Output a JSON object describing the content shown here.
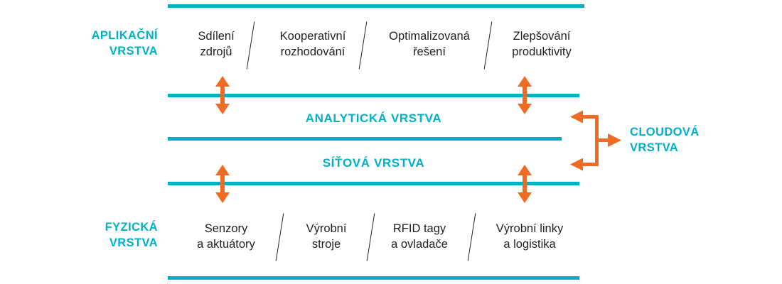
{
  "colors": {
    "teal": "#00b0c4",
    "orange": "#ee6b23",
    "text": "#231f20",
    "background": "#ffffff"
  },
  "side_labels": [
    {
      "name": "application-layer",
      "line1": "APLIKAČNÍ",
      "line2": "VRSTVA"
    },
    {
      "name": "physical-layer",
      "line1": "FYZICKÁ",
      "line2": "VRSTVA"
    }
  ],
  "band_labels": [
    {
      "name": "analytical-layer",
      "text": "ANALYTICKÁ VRSTVA"
    },
    {
      "name": "network-layer",
      "text": "SÍŤOVÁ VRSTVA"
    }
  ],
  "cloud": {
    "line1": "CLOUDOVÁ",
    "line2": "VRSTVA"
  },
  "application_items": [
    {
      "line1": "Sdílení",
      "line2": "zdrojů"
    },
    {
      "line1": "Kooperativní",
      "line2": "rozhodování"
    },
    {
      "line1": "Optimalizovaná",
      "line2": "řešení"
    },
    {
      "line1": "Zlepšování",
      "line2": "produktivity"
    }
  ],
  "physical_items": [
    {
      "line1": "Senzory",
      "line2": "a aktuátory"
    },
    {
      "line1": "Výrobní",
      "line2": "stroje"
    },
    {
      "line1": "RFID tagy",
      "line2": "a ovladače"
    },
    {
      "line1": "Výrobní linky",
      "line2": "a logistika"
    }
  ],
  "icons": {
    "vertical_double_arrow": "vertical-double-arrow-icon",
    "cloud_bracket": "cloud-bracket-arrow-icon",
    "divider": "slash-divider-icon"
  }
}
